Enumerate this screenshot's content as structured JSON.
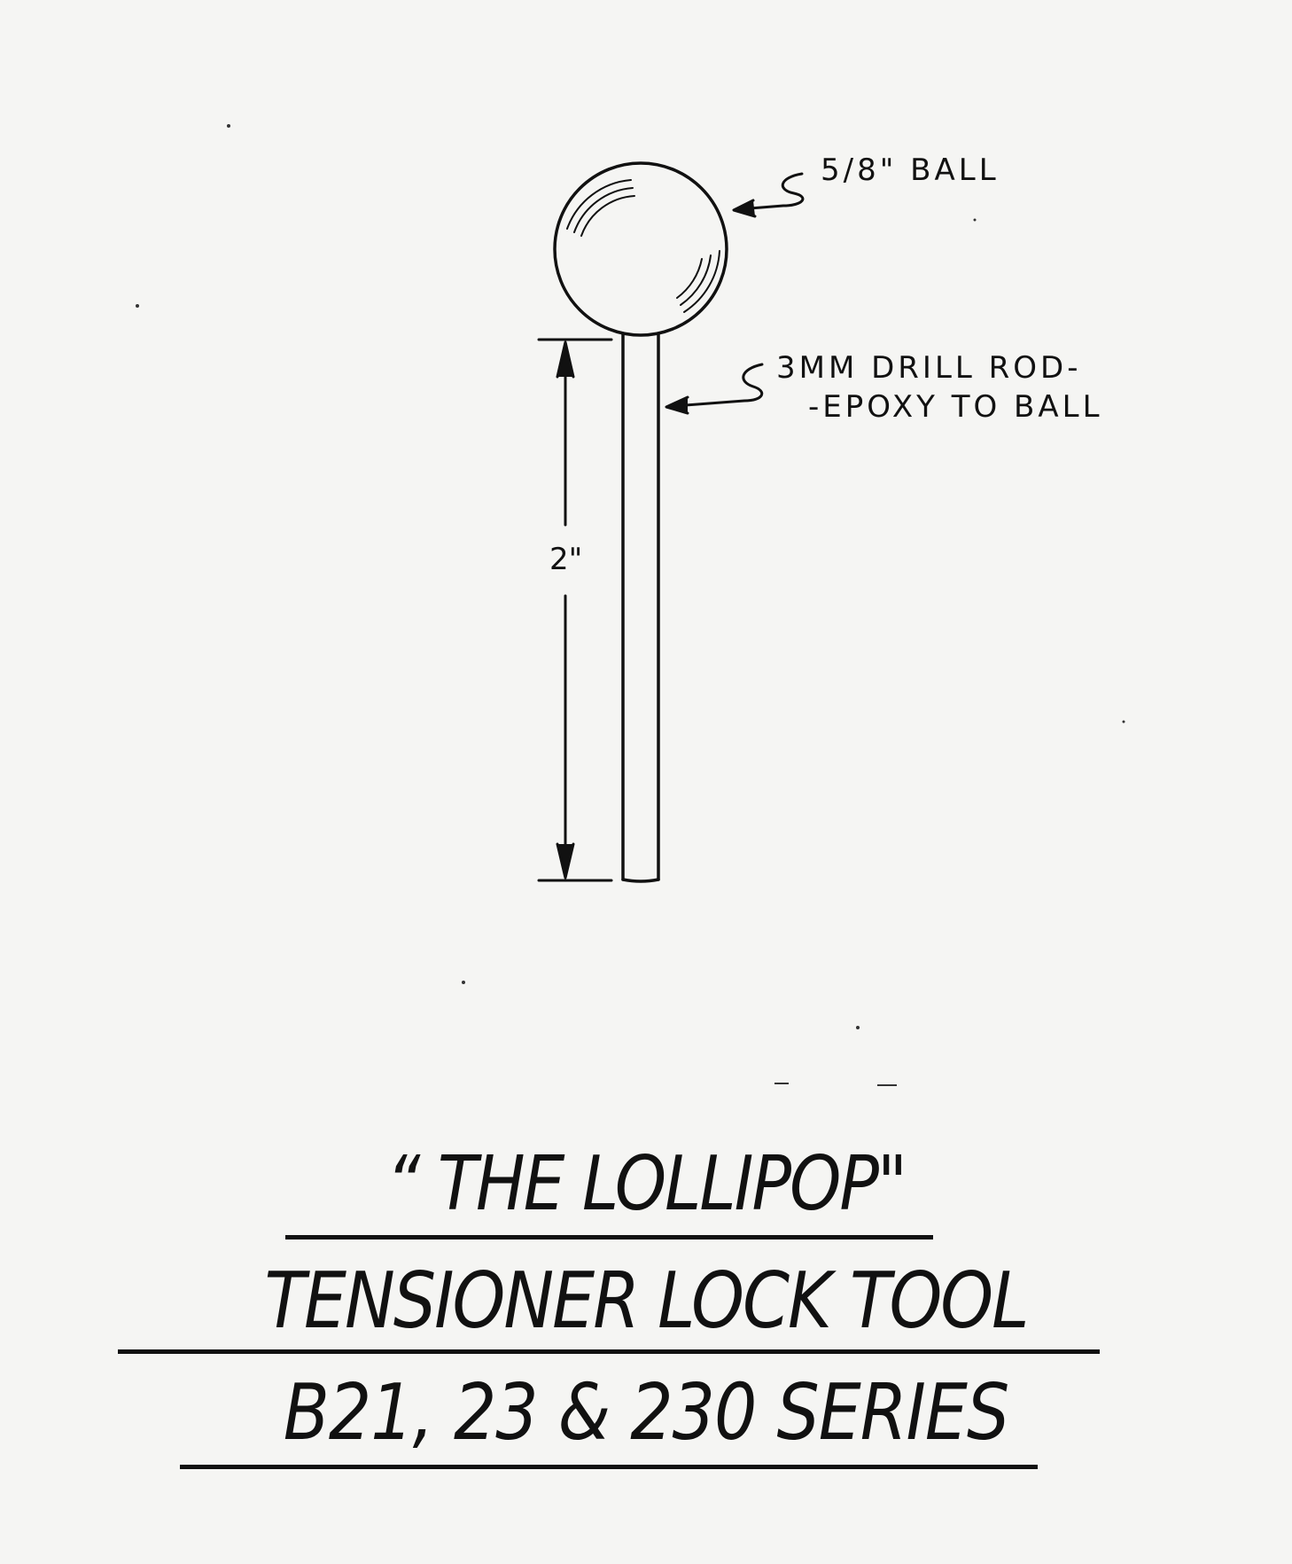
{
  "labels": {
    "ball": "5/8\" BALL",
    "rod_line1": "3MM DRILL ROD-",
    "rod_line2": "-EPOXY TO BALL",
    "length": "2\""
  },
  "title": {
    "line1": "“ THE LOLLIPOP\"",
    "line2": "TENSIONER LOCK TOOL",
    "line3": "B21, 23 & 230 SERIES"
  }
}
